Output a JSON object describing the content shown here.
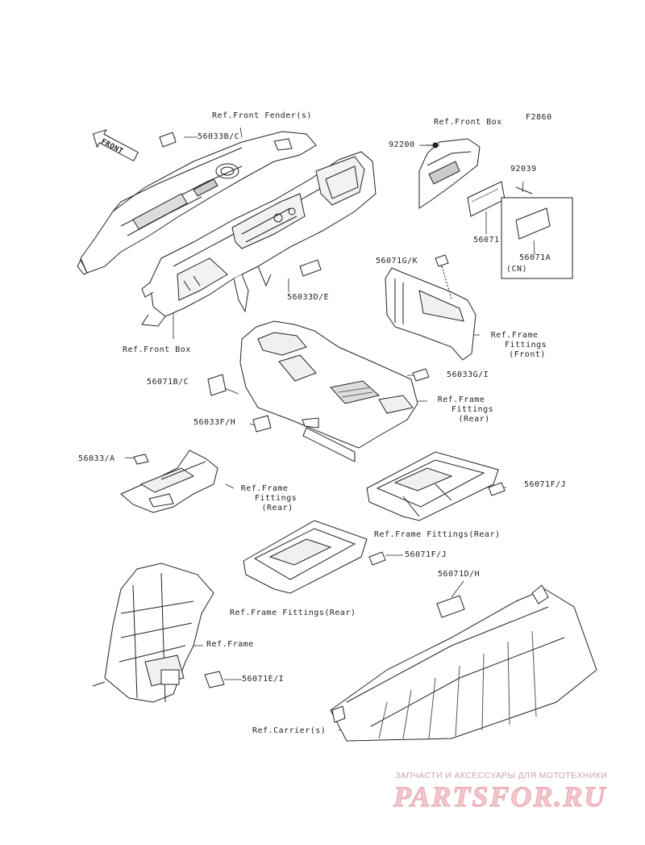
{
  "figure_code": "F2860",
  "labels": {
    "ref_front_fender": "Ref.Front Fender(s)",
    "p56033bc": "56033B/C",
    "front_arrow": "FRONT",
    "ref_front_box_top": "Ref.Front Box",
    "p92200": "92200",
    "p92039": "92039",
    "p56071": "56071",
    "p56071a": "56071A",
    "cn": "(CN)",
    "p56033de": "56033D/E",
    "ref_front_box_left": "Ref.Front Box",
    "p56071gk": "56071G/K",
    "ref_frame_fittings_front_1": "Ref.Frame",
    "ref_frame_fittings_front_2": "Fittings",
    "ref_frame_fittings_front_3": "(Front)",
    "p56071bc": "56071B/C",
    "p56033gi": "56033G/I",
    "ref_frame_fittings_rear_a1": "Ref.Frame",
    "ref_frame_fittings_rear_a2": "Fittings",
    "ref_frame_fittings_rear_a3": "(Rear)",
    "p56033fh": "56033F/H",
    "p56033a": "56033/A",
    "ref_frame_fittings_rear_b1": "Ref.Frame",
    "ref_frame_fittings_rear_b2": "Fittings",
    "ref_frame_fittings_rear_b3": "(Rear)",
    "p56071fj_1": "56071F/J",
    "ref_frame_fittings_rear_c": "Ref.Frame Fittings(Rear)",
    "p56071fj_2": "56071F/J",
    "ref_frame_fittings_rear_d": "Ref.Frame Fittings(Rear)",
    "p56071dh": "56071D/H",
    "ref_frame": "Ref.Frame",
    "p56071ei": "56071E/I",
    "ref_carrier": "Ref.Carrier(s)"
  },
  "watermark": {
    "tagline": "ЗАПЧАСТИ И АКСЕССУАРЫ ДЛЯ МОТОТЕХНИКИ",
    "logo": "PARTSFOR.RU",
    "color": "#e8a5b0"
  }
}
